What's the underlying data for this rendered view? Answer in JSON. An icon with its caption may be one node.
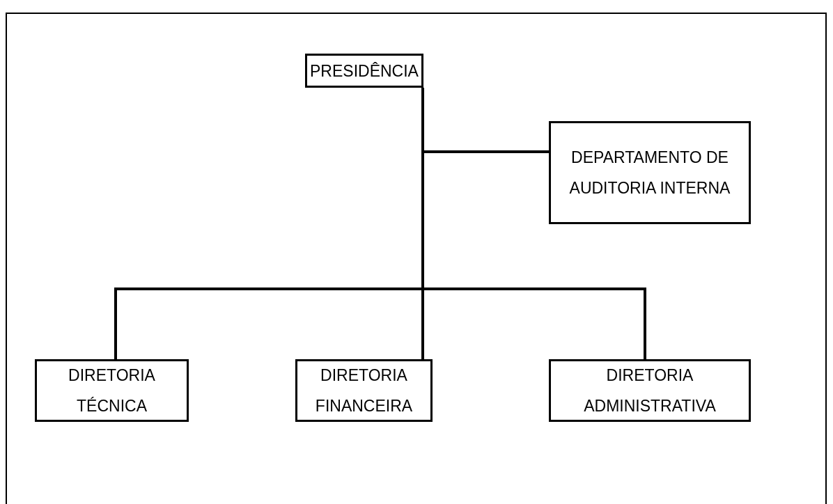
{
  "diagram": {
    "nodes": [
      {
        "text": [
          "PRESIDÊNCIA"
        ]
      },
      {
        "text": [
          "DEPARTAMENTO DE AUDITORIA INTERNA"
        ]
      },
      {
        "text": [
          "DIRETORIA TÉCNICA"
        ]
      },
      {
        "text": [
          "DIRETORIA FINANCEIRA"
        ]
      },
      {
        "text": [
          "DIRETORIA ADMINISTRATIVA"
        ]
      }
    ],
    "edges": [
      {
        "from": 0,
        "to": 1,
        "arrow": "none"
      },
      {
        "from": 0,
        "to": 2,
        "arrow": "none"
      },
      {
        "from": 0,
        "to": 3,
        "arrow": "none"
      },
      {
        "from": 0,
        "to": 4,
        "arrow": "none"
      }
    ]
  }
}
